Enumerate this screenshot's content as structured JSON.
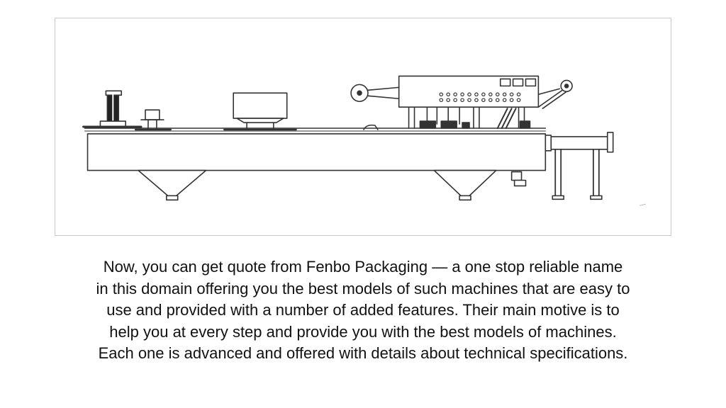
{
  "figure": {
    "icon": "packaging-machine-diagram",
    "stroke_color": "#333333",
    "frame_color": "#c8c8c8"
  },
  "caption": {
    "lines": [
      " Now, you can get quote from Fenbo Packaging — a one stop reliable name",
      "in this domain offering you the best models of such machines that are easy to",
      "use and provided with a number of added features. Their main motive is to",
      "help you at every step and provide you with the best models of machines.",
      "Each one is advanced and offered with details about technical specifications."
    ]
  }
}
